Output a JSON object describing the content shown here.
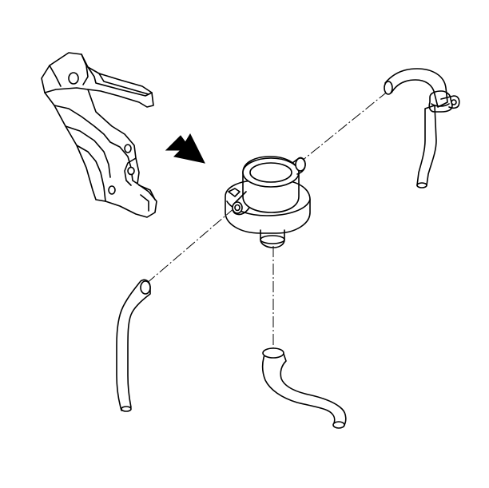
{
  "diagram": {
    "kind": "exploded-parts-illustration",
    "colors": {
      "background": "#ffffff",
      "line": "#000000",
      "part_fill": "#ffffff",
      "arrow_fill": "#000000"
    },
    "parts": [
      "mounting-bracket",
      "direction-arrow",
      "valve-body",
      "upper-right-hose",
      "hose-clamp",
      "lower-left-hose",
      "lower-center-hose"
    ],
    "connections": [
      "valve-to-upper-right-hose",
      "valve-to-lower-left-hose",
      "valve-to-lower-center-hose"
    ]
  }
}
